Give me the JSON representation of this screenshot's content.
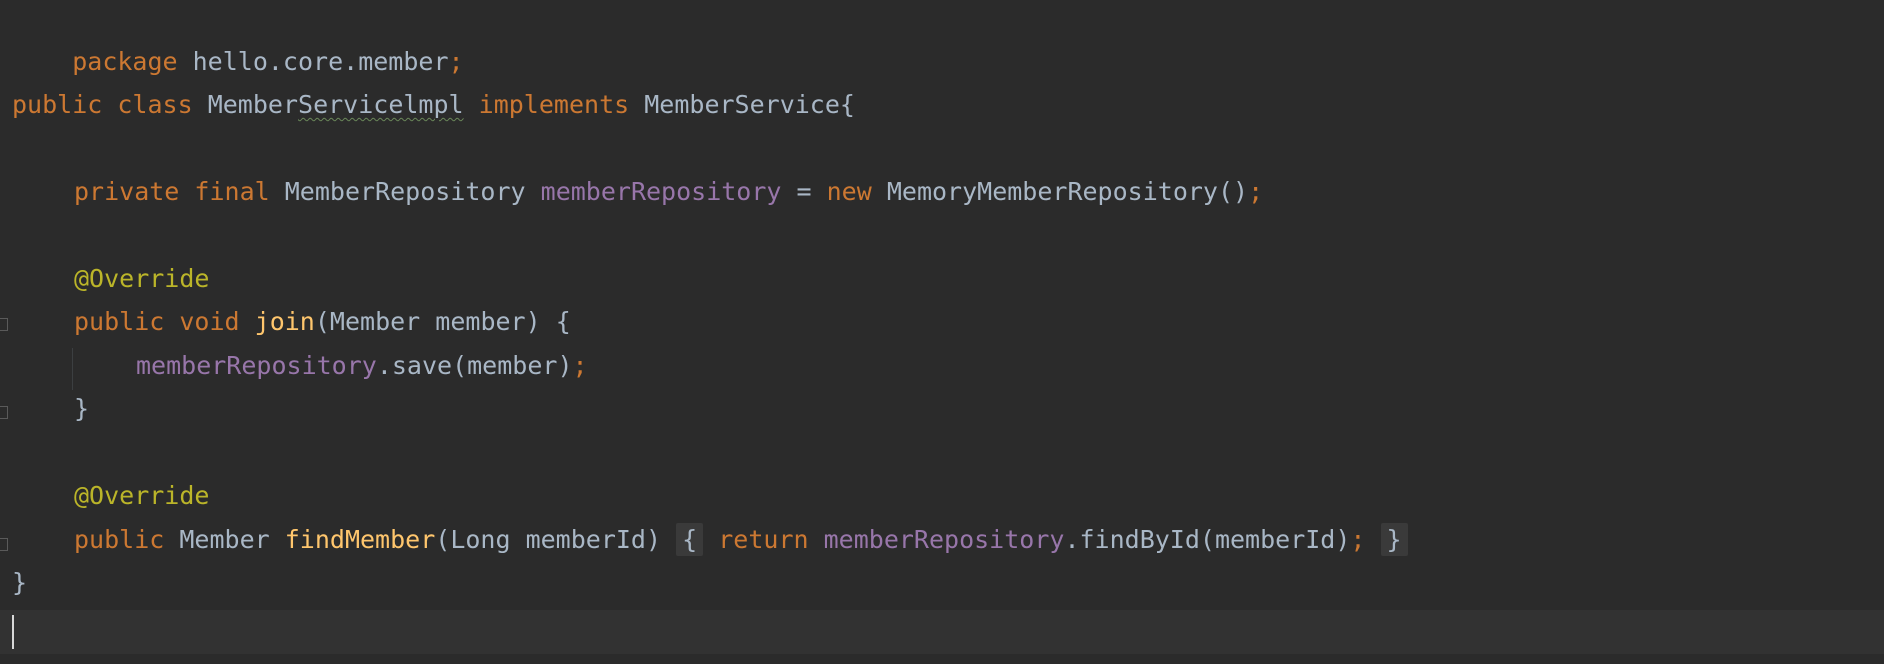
{
  "code": {
    "line1": {
      "kw": "package",
      "pkg": " hello.core.member",
      "semi": ";"
    },
    "line3": {
      "kw1": "public",
      "kw2": "class",
      "cls_a": "Member",
      "cls_b": "Servicelmpl",
      "kw3": "implements",
      "iface": "MemberService{"
    },
    "line5": {
      "kw1": "private",
      "kw2": "final",
      "type": "MemberRepository",
      "field": "memberRepository",
      "eq": " = ",
      "kw3": "new",
      "ctor": "MemoryMemberRepository()",
      "semi": ";"
    },
    "line7": {
      "ann": "@Override"
    },
    "line8": {
      "kw1": "public",
      "kw2": "void",
      "method": "join",
      "params": "(Member member) {"
    },
    "line9": {
      "field": "memberRepository",
      "call": ".save(member)",
      "semi": ";"
    },
    "line10": {
      "brace": "}"
    },
    "line12": {
      "ann": "@Override"
    },
    "line13": {
      "kw1": "public",
      "type": "Member",
      "method": "findMember",
      "params": "(Long memberId)",
      "open": "{",
      "kw2": "return",
      "field": "memberRepository",
      "call": ".findById(memberId)",
      "semi": ";",
      "close": "}"
    },
    "line14": {
      "brace": "}"
    }
  },
  "colors": {
    "background": "#2b2b2b",
    "keyword": "#cc7832",
    "annotation": "#bbb529",
    "field": "#9876aa",
    "method": "#ffc66d",
    "text": "#a9b7c6"
  }
}
